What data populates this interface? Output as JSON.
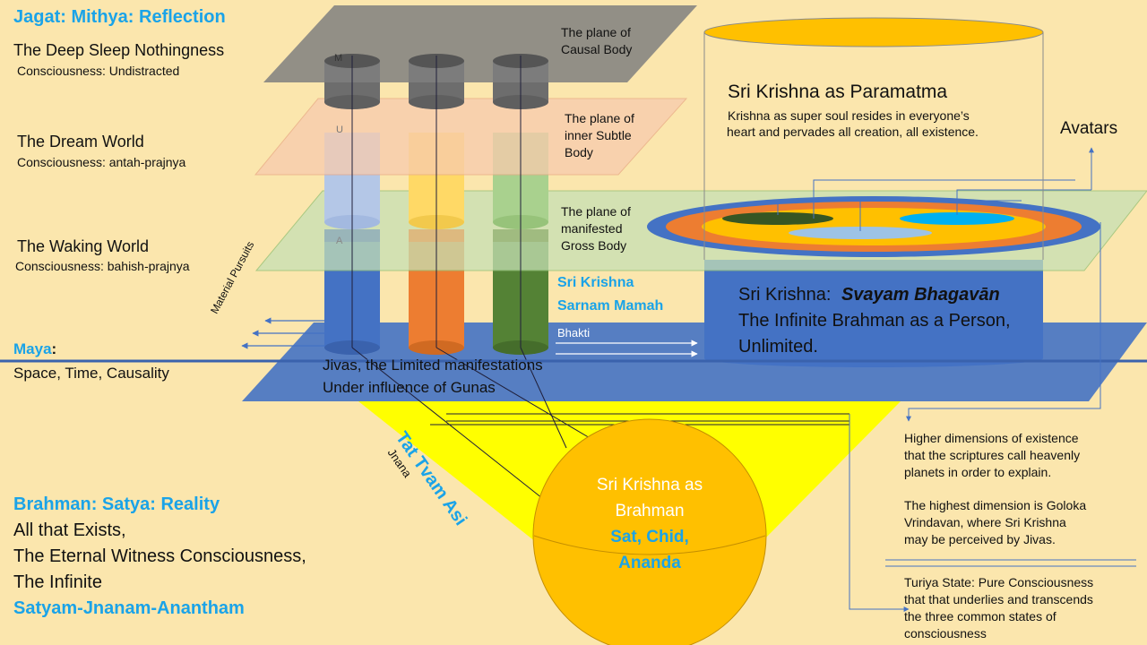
{
  "jagat": {
    "title": "Jagat: Mithya: Reflection",
    "deep_sleep": "The Deep Sleep Nothingness",
    "deep_sleep_consciousness": "Consciousness: Undistracted",
    "dream": "The Dream World",
    "dream_consciousness": "Consciousness: antah-prajnya",
    "waking": "The Waking World",
    "waking_consciousness": "Consciousness: bahish-prajnya"
  },
  "maya": {
    "title": "Maya",
    "colon": ":",
    "subtitle": "Space, Time, Causality"
  },
  "brahman": {
    "title": "Brahman: Satya: Reality",
    "line1": "All that Exists,",
    "line2": "The Eternal Witness Consciousness,",
    "line3": "The Infinite",
    "mantra": "Satyam-Jnanam-Anantham"
  },
  "planes": {
    "causal_1": "The plane of",
    "causal_2": "Causal Body",
    "subtle_1": "The plane of",
    "subtle_2": "inner Subtle",
    "subtle_3": "Body",
    "gross_1": "The plane of",
    "gross_2": "manifested",
    "gross_3": "Gross Body"
  },
  "cylinder_letters": {
    "m": "M",
    "u": "U",
    "a": "A"
  },
  "sarnam": {
    "line1": "Sri Krishna",
    "line2": "Sarnam Mamah"
  },
  "bhakti": "Bhakti",
  "material_pursuits": "Material Pursuits",
  "jivas": {
    "line1": "Jivas, the Limited manifestations",
    "line2": "Under influence of Gunas"
  },
  "paramatma": {
    "title": "Sri Krishna as Paramatma",
    "desc1": "Krishna as super soul resides in everyone’s",
    "desc2": "heart and pervades all creation, all existence."
  },
  "avatars": "Avatars",
  "bhagavan": {
    "line1a": "Sri Krishna: ",
    "line1b": "Svayam Bhagavān",
    "line2": "The Infinite Brahman as a Person,",
    "line3": "Unlimited."
  },
  "sphere": {
    "line1": "Sri Krishna as",
    "line2": "Brahman",
    "line3": "Sat, Chid,",
    "line4": "Ananda"
  },
  "tat_tvam_asi": "Tat Tvam Asi",
  "jnana": "Jnana",
  "higher_dimensions": {
    "line1": "Higher dimensions of existence",
    "line2": "that the scriptures call heavenly",
    "line3": "planets in order to explain.",
    "line4": "The highest dimension is Goloka",
    "line5": "Vrindavan, where Sri Krishna",
    "line6": "may be perceived by Jivas."
  },
  "turiya": {
    "line1": "Turiya State:  Pure Consciousness",
    "line2": "that that underlies and transcends",
    "line3": "the three common states of",
    "line4": "consciousness"
  },
  "colors": {
    "background": "#fbe6ad",
    "heading": "#1aa3e8",
    "causal_plane": "#7f7f7f",
    "subtle_plane": "#f7cfae",
    "gross_plane": "#b5dca2",
    "maya_plane": "#4472c4",
    "sphere": "#ffc000",
    "cone": "#ffff00"
  }
}
